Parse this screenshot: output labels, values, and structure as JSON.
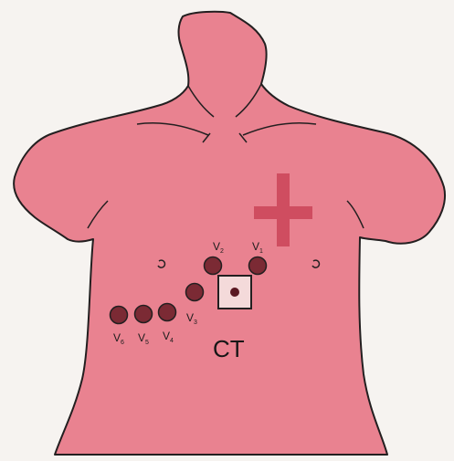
{
  "diagram": {
    "colors": {
      "paper": "#f6f3f0",
      "skin": "#e98290",
      "outline": "#231f20",
      "electrode": "#7b2a34",
      "cross": "#cf4d60",
      "ct_box_fill": "#f4dada",
      "ct_dot": "#5a1822"
    },
    "electrodes": [
      {
        "id": "v1",
        "main": "V",
        "sub": "1"
      },
      {
        "id": "v2",
        "main": "V",
        "sub": "2"
      },
      {
        "id": "v3",
        "main": "V",
        "sub": "3"
      },
      {
        "id": "v4",
        "main": "V",
        "sub": "4"
      },
      {
        "id": "v5",
        "main": "V",
        "sub": "5"
      },
      {
        "id": "v6",
        "main": "V",
        "sub": "6"
      }
    ],
    "ct_label": "CT"
  }
}
